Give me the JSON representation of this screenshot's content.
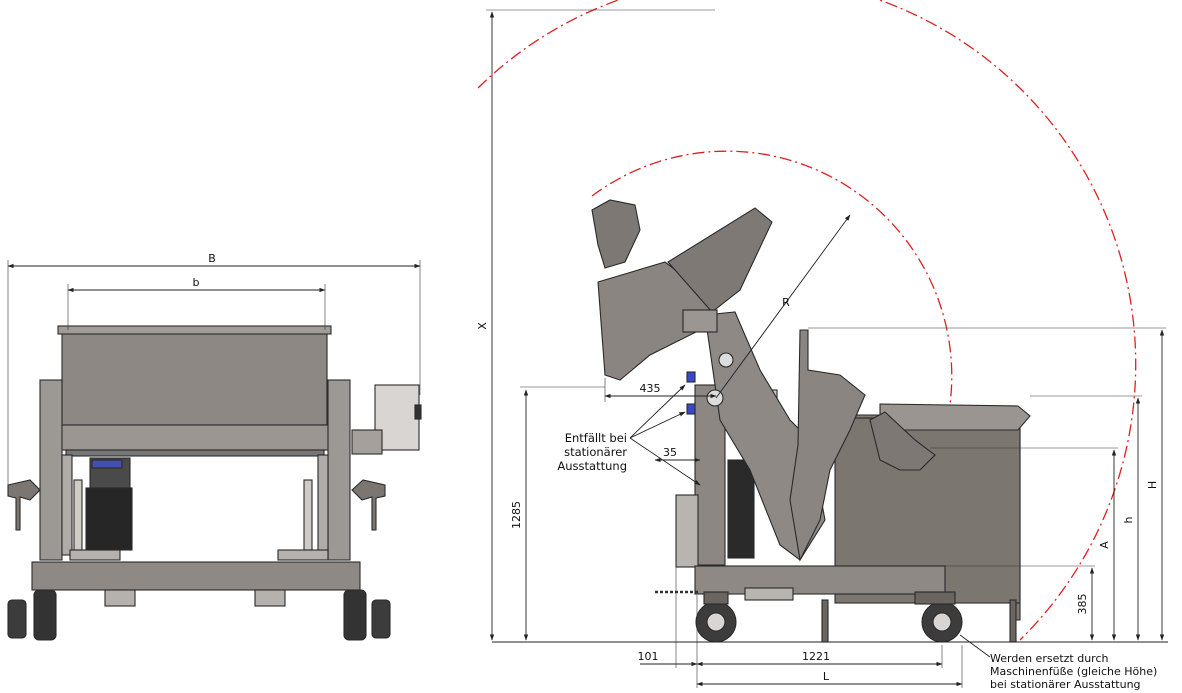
{
  "labels": {
    "B": "B",
    "b": "b",
    "X": "X",
    "R": "R",
    "H": "H",
    "h": "h",
    "A": "A",
    "L": "L",
    "d435": "435",
    "d35": "35",
    "d1285": "1285",
    "d385": "385",
    "d101": "101",
    "d1221": "1221"
  },
  "notes": {
    "stationary_l1": "Entfällt bei",
    "stationary_l2": "stationärer",
    "stationary_l3": "Ausstattung",
    "feet_l1": "Werden ersetzt durch",
    "feet_l2": "Maschinenfüße (gleiche Höhe)",
    "feet_l3": "bei stationärer Ausstattung"
  },
  "colors": {
    "frame": "#7c7671",
    "panel": "#8d8884",
    "dark": "#2c2c2c",
    "radius": "#e02020",
    "accent": "#3a47c8"
  }
}
